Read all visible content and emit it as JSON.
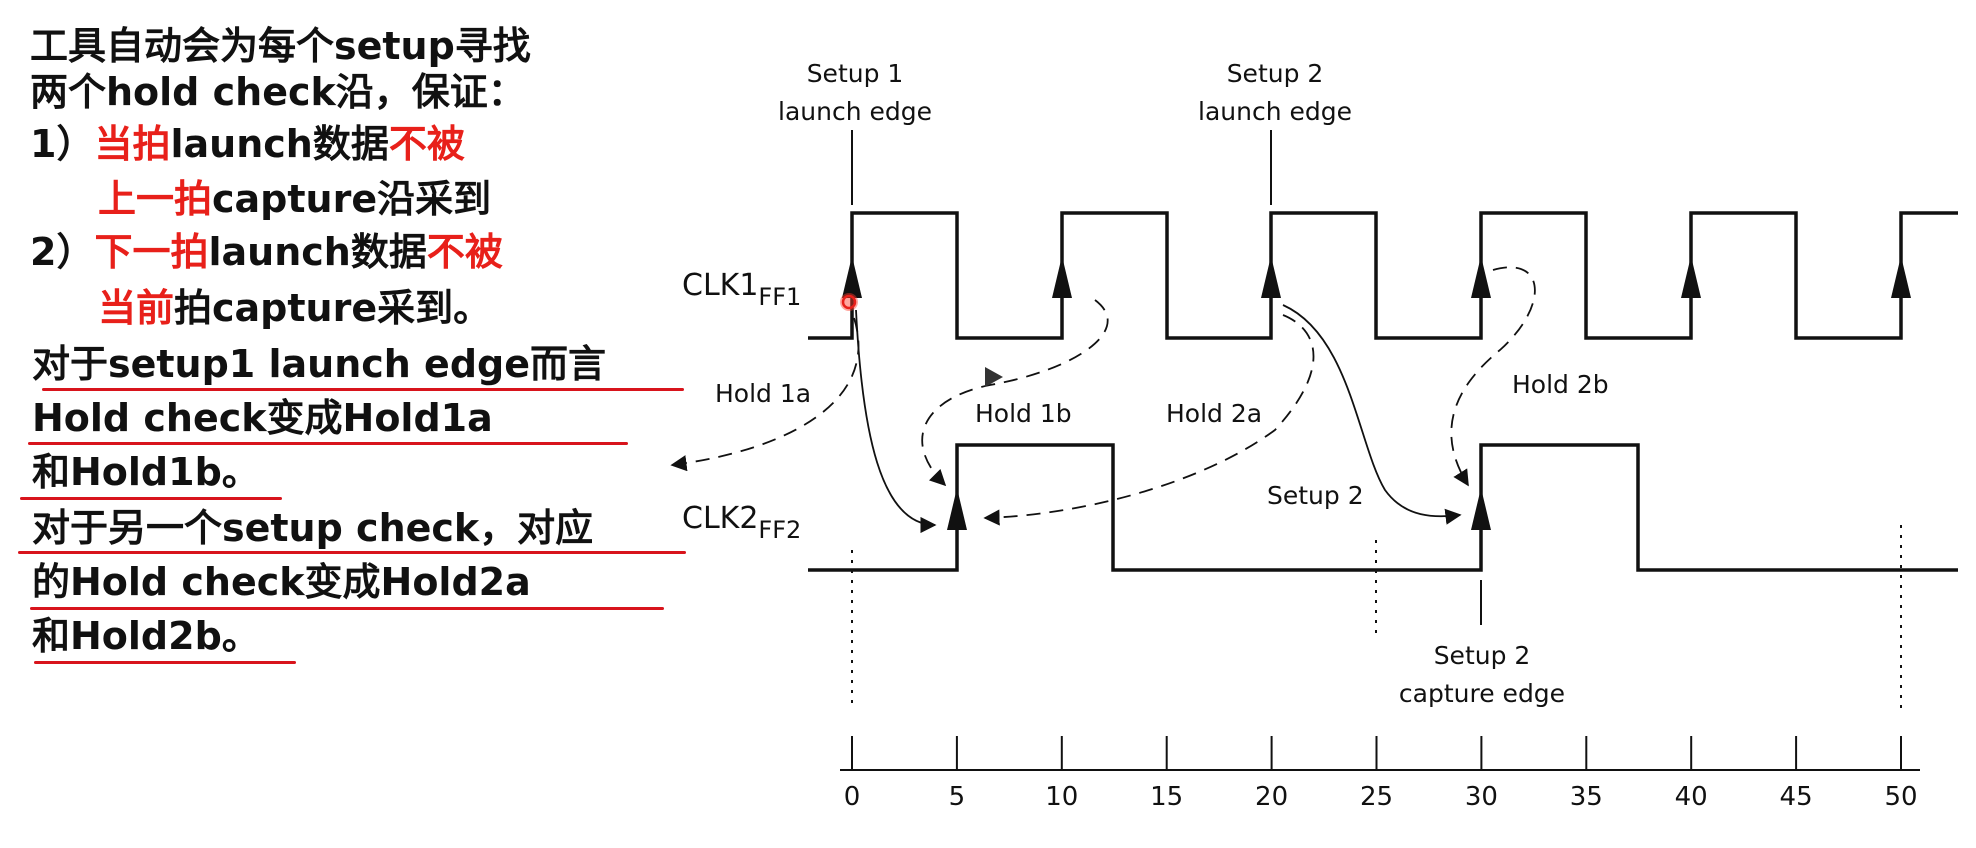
{
  "notes": {
    "line1": "工具自动会为每个setup寻找",
    "line2": "两个hold check沿，保证：",
    "line3": {
      "prefix": "1）",
      "red1": "当拍",
      "mid": "launch数据",
      "red2": "不被"
    },
    "line4": {
      "red": "上一拍",
      "rest": "capture沿采到"
    },
    "line5": {
      "prefix": "2）",
      "red1": "下一拍",
      "mid": "launch数据",
      "red2": "不被"
    },
    "line6": {
      "red": "当前",
      "rest": "拍capture采到。"
    },
    "line7": "对于setup1 launch edge而言",
    "line8": "Hold check变成Hold1a",
    "line9": "和Hold1b。",
    "line10": "对于另一个setup check，对应",
    "line11": "的Hold check变成Hold2a",
    "line12": "和Hold2b。"
  },
  "diagram": {
    "labels": {
      "setup1_launch_l1": "Setup 1",
      "setup1_launch_l2": "launch edge",
      "setup2_launch_l1": "Setup 2",
      "setup2_launch_l2": "launch edge",
      "clk1": "CLK1",
      "clk1_sub": "FF1",
      "clk2": "CLK2",
      "clk2_sub": "FF2",
      "hold1a": "Hold 1a",
      "hold1b": "Hold 1b",
      "hold2a": "Hold 2a",
      "hold2b": "Hold 2b",
      "setup2_mid": "Setup 2",
      "setup2_capture_l1": "Setup 2",
      "setup2_capture_l2": "capture edge"
    },
    "axis": {
      "ticks": [
        "0",
        "5",
        "10",
        "15",
        "20",
        "25",
        "30",
        "35",
        "40",
        "45",
        "50"
      ]
    },
    "colors": {
      "accent_red": "#e8201a",
      "underline": "#d8141c",
      "ink": "#111111"
    }
  }
}
